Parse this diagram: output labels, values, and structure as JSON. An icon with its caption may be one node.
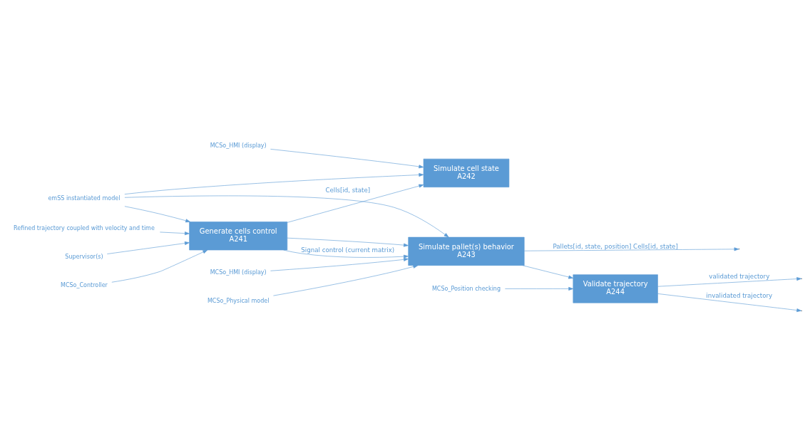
{
  "diagram": {
    "nodes": [
      {
        "text": [
          "Generate cells control",
          "A241"
        ]
      },
      {
        "text": [
          "Simulate cell state",
          "A242"
        ]
      },
      {
        "text": [
          "Simulate pallet(s) behavior",
          "A243"
        ]
      },
      {
        "text": [
          "Validate trajectory",
          "A244"
        ]
      },
      {
        "text": [
          "Refined trajectory coupled with velocity and time"
        ]
      },
      {
        "text": [
          "Supervisor(s)"
        ]
      },
      {
        "text": [
          "MCSo_Controller"
        ]
      },
      {
        "text": [
          "MCSo_HMI (display)"
        ]
      },
      {
        "text": [
          "MCSo_HMI (display)"
        ]
      },
      {
        "text": [
          "MCSo_Physical model"
        ]
      },
      {
        "text": [
          "MCSo_Position checking"
        ]
      },
      {
        "text": [
          "emSS instantiated model"
        ]
      }
    ],
    "edges": [
      {
        "from": 11,
        "to": 1,
        "arrow": "to"
      },
      {
        "from": 11,
        "to": 0,
        "arrow": "to"
      },
      {
        "from": 11,
        "to": 2,
        "arrow": "to"
      },
      {
        "from": 4,
        "to": 0,
        "arrow": "to"
      },
      {
        "from": 5,
        "to": 0,
        "arrow": "to"
      },
      {
        "from": 6,
        "to": 0,
        "arrow": "to"
      },
      {
        "from": 0,
        "to": 1,
        "arrow": "to",
        "label": "Cells[id, state]"
      },
      {
        "from": 0,
        "to": 2,
        "arrow": "to"
      },
      {
        "from": 0,
        "to": 2,
        "arrow": "to",
        "label": "Signal control (current matrix)"
      },
      {
        "from": 7,
        "to": 1,
        "arrow": "to"
      },
      {
        "from": 8,
        "to": 2,
        "arrow": "to"
      },
      {
        "from": 9,
        "to": 2,
        "arrow": "to"
      },
      {
        "from": 2,
        "to": null,
        "arrow": "to",
        "label": "Pallets[id, state, position] Cells[id, state]"
      },
      {
        "from": 2,
        "to": 3,
        "arrow": "to"
      },
      {
        "from": 10,
        "to": 3,
        "arrow": "to"
      },
      {
        "from": 3,
        "to": null,
        "arrow": "to",
        "label": "invalidated trajectory"
      },
      {
        "from": 3,
        "to": null,
        "arrow": "to",
        "label": "validated trajectory"
      }
    ]
  }
}
